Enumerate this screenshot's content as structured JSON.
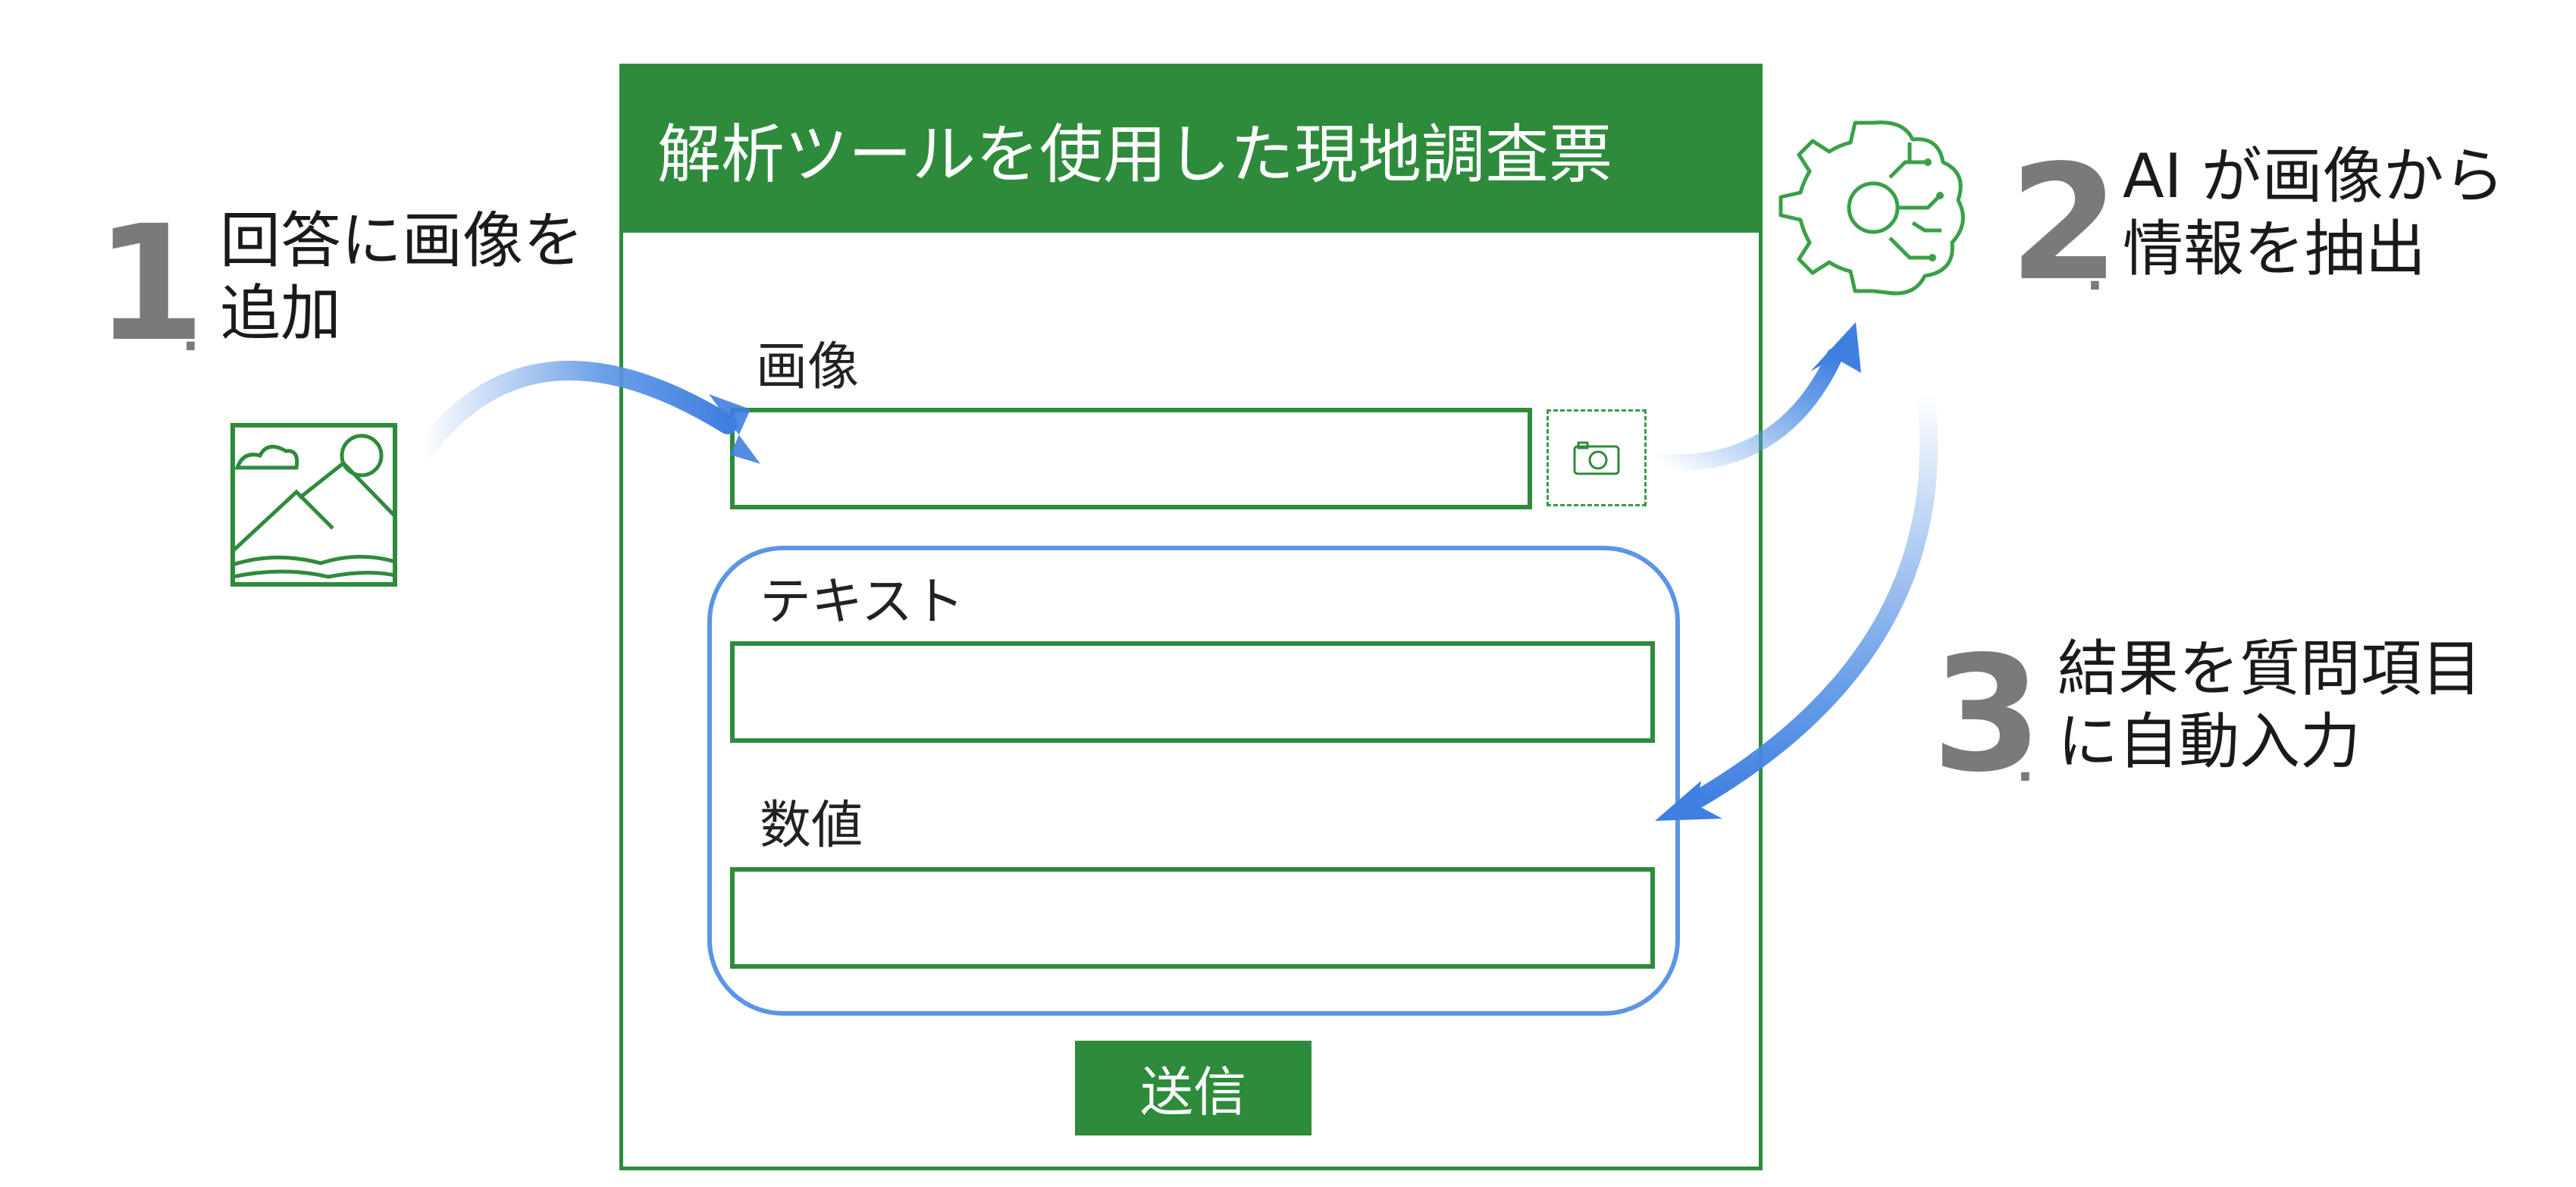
{
  "form": {
    "title": "解析ツールを使用した現地調査票",
    "image_label": "画像",
    "text_label": "テキスト",
    "number_label": "数値",
    "submit_label": "送信",
    "camera_icon": "camera-icon"
  },
  "steps": [
    {
      "number": "1",
      "text": "回答に画像を\n追加"
    },
    {
      "number": "2",
      "text": "AI が画像から\n情報を抽出"
    },
    {
      "number": "3",
      "text": "結果を質問項目\nに自動入力"
    }
  ],
  "icons": {
    "image": "image-icon",
    "ai": "ai-brain-gear-icon"
  },
  "colors": {
    "green": "#2e8b3c",
    "blue": "#5b95e6",
    "step_gray": "#7a7a7a"
  }
}
